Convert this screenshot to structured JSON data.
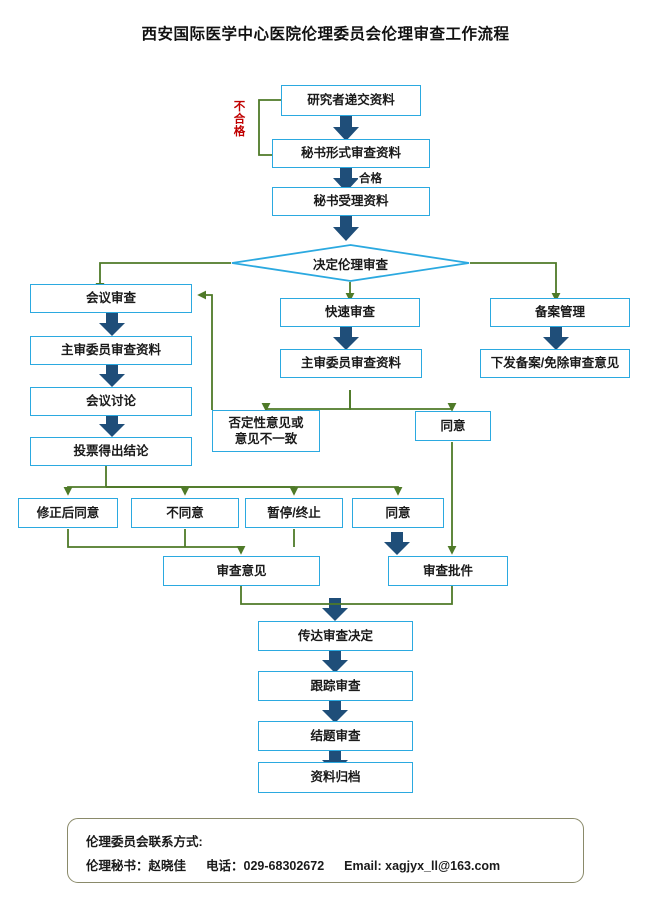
{
  "title": "西安国际医学中心医院伦理委员会伦理审查工作流程",
  "colors": {
    "box_border": "#2BA9E0",
    "arrow_navy": "#1F4E79",
    "connector_green": "#4F7A28",
    "reject_label": "#C00000",
    "footer_border": "#8A8A6A"
  },
  "nodes": {
    "submit": "研究者递交资料",
    "formal_review": "秘书形式审查资料",
    "accept": "秘书受理资料",
    "decision": "决定伦理审查",
    "meeting_review": "会议审查",
    "fast_review": "快速审查",
    "filing_mgmt": "备案管理",
    "meeting_primary_reviewer": "主审委员审查资料",
    "fast_primary_reviewer": "主审委员审查资料",
    "filing_issue": "下发备案/免除审查意见",
    "meeting_discussion": "会议讨论",
    "vote_conclusion": "投票得出结论",
    "negative_opinion_line1": "否定性意见或",
    "negative_opinion_line2": "意见不一致",
    "fast_agree": "同意",
    "outcome_revise_agree": "修正后同意",
    "outcome_disagree": "不同意",
    "outcome_suspend": "暂停/终止",
    "outcome_agree": "同意",
    "review_opinion": "审查意见",
    "review_approval": "审查批件",
    "convey_decision": "传达审查决定",
    "follow_up_review": "跟踪审查",
    "closing_review": "结题审查",
    "archive": "资料归档"
  },
  "edge_labels": {
    "unqualified": "不合格",
    "qualified": "合格"
  },
  "footer": {
    "line1": "伦理委员会联系方式:",
    "secretary_label": "伦理秘书：赵晓佳",
    "phone_label": "电话：029-68302672",
    "email_label": "Email: xagjyx_ll@163.com"
  }
}
